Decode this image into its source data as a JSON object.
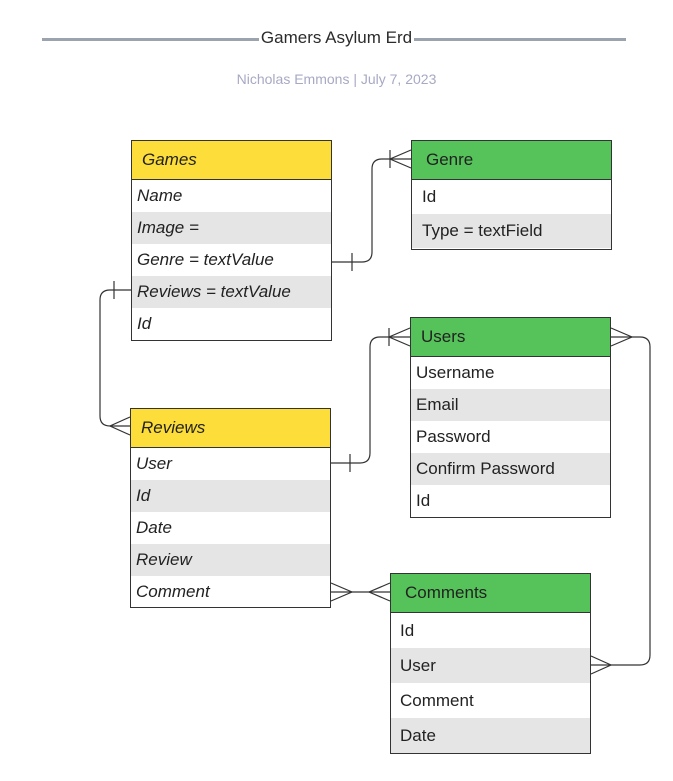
{
  "diagram": {
    "title": "Gamers Asylum Erd",
    "subtitle": "Nicholas Emmons  |  July 7, 2023"
  },
  "entities": {
    "games": {
      "name": "Games",
      "fields": [
        "Name",
        "Image =",
        "Genre = textValue",
        "Reviews = textValue",
        "Id"
      ]
    },
    "genre": {
      "name": "Genre",
      "fields": [
        "Id",
        "Type = textField"
      ]
    },
    "users": {
      "name": "Users",
      "fields": [
        "Username",
        "Email",
        "Password",
        "Confirm Password",
        "Id"
      ]
    },
    "reviews": {
      "name": "Reviews",
      "fields": [
        "User",
        "Id",
        "Date",
        "Review",
        "Comment"
      ]
    },
    "comments": {
      "name": "Comments",
      "fields": [
        "Id",
        "User",
        "Comment",
        "Date"
      ]
    }
  },
  "colors": {
    "yellow_header": "#fddd3a",
    "green_header": "#56c35a",
    "alt_row": "#e5e5e5",
    "connector": "#333333"
  }
}
